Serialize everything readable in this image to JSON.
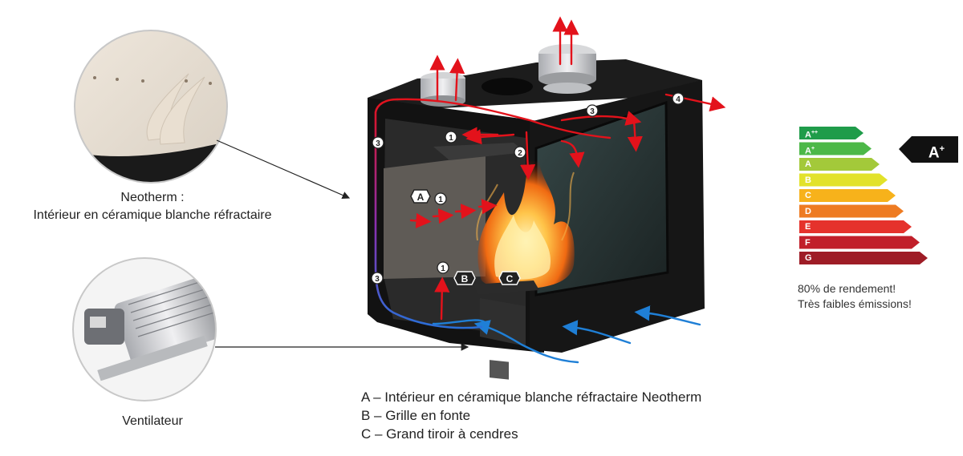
{
  "captions": {
    "neotherm_title": "Neotherm :",
    "neotherm_desc": "Intérieur en céramique blanche réfractaire",
    "fan": "Ventilateur"
  },
  "legend": {
    "a": "A – Intérieur en céramique blanche réfractaire Neotherm",
    "b": "B – Grille en fonte",
    "c": "C – Grand tiroir à cendres"
  },
  "markers": {
    "zones": [
      "A",
      "B",
      "C"
    ],
    "numbers": [
      "1",
      "2",
      "3",
      "4"
    ]
  },
  "energy": {
    "classes": [
      {
        "label": "A",
        "sup": "++",
        "color": "#1f9c4a"
      },
      {
        "label": "A",
        "sup": "+",
        "color": "#4cb848"
      },
      {
        "label": "A",
        "sup": "",
        "color": "#a3c93a"
      },
      {
        "label": "B",
        "sup": "",
        "color": "#e2e22a"
      },
      {
        "label": "C",
        "sup": "",
        "color": "#f7b21b"
      },
      {
        "label": "D",
        "sup": "",
        "color": "#ee7b22"
      },
      {
        "label": "E",
        "sup": "",
        "color": "#e5322c"
      },
      {
        "label": "F",
        "sup": "",
        "color": "#c11f2a"
      },
      {
        "label": "G",
        "sup": "",
        "color": "#9e1c26"
      }
    ],
    "rating": "A",
    "rating_sup": "+",
    "efficiency": "80% de rendement!",
    "emissions": "Très faibles émissions!"
  },
  "colors": {
    "hot_air": "#e3121b",
    "cold_air": "#1f7fd6",
    "body": "#161616"
  }
}
